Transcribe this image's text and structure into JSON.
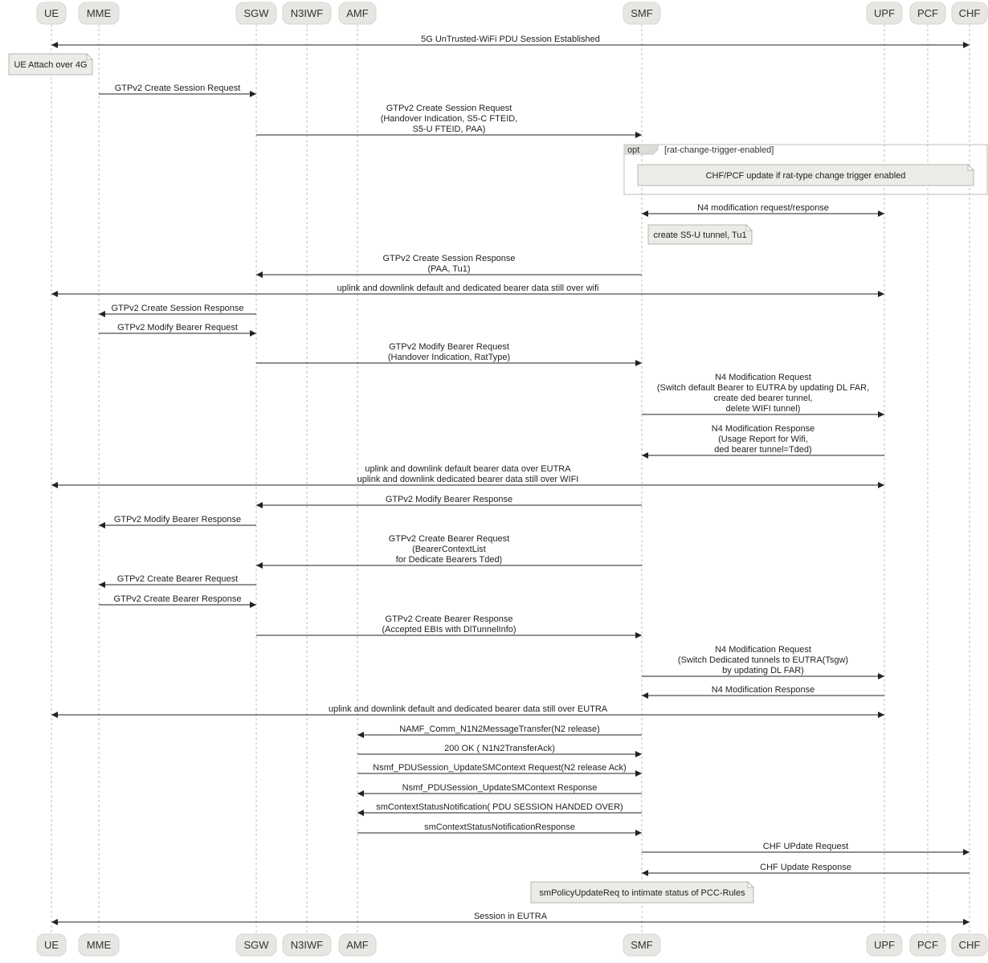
{
  "participants": [
    {
      "id": "UE",
      "label": "UE"
    },
    {
      "id": "MME",
      "label": "MME"
    },
    {
      "id": "SGW",
      "label": "SGW"
    },
    {
      "id": "N3IWF",
      "label": "N3IWF"
    },
    {
      "id": "AMF",
      "label": "AMF"
    },
    {
      "id": "SMF",
      "label": "SMF"
    },
    {
      "id": "UPF",
      "label": "UPF"
    },
    {
      "id": "PCF",
      "label": "PCF"
    },
    {
      "id": "CHF",
      "label": "CHF"
    }
  ],
  "steps": [
    {
      "kind": "msg",
      "from": "UE",
      "to": "CHF",
      "bidir": true,
      "lines": [
        "5G UnTrusted-WiFi PDU Session Established"
      ]
    },
    {
      "kind": "note",
      "over": "UE",
      "lines": [
        "UE Attach over 4G"
      ]
    },
    {
      "kind": "msg",
      "from": "MME",
      "to": "SGW",
      "lines": [
        "GTPv2 Create Session Request"
      ]
    },
    {
      "kind": "msg",
      "from": "SGW",
      "to": "SMF",
      "lines": [
        "GTPv2 Create Session Request",
        "(Handover Indication, S5-C FTEID,",
        "S5-U FTEID, PAA)"
      ]
    },
    {
      "kind": "frame",
      "label": "opt",
      "condition": "[rat-change-trigger-enabled]"
    },
    {
      "kind": "note",
      "over": "SMF-CHF",
      "lines": [
        "CHF/PCF update if rat-type change trigger enabled"
      ]
    },
    {
      "kind": "msg",
      "from": "SMF",
      "to": "UPF",
      "bidir": true,
      "lines": [
        "N4 modification request/response"
      ]
    },
    {
      "kind": "note",
      "over": "SMF",
      "lines": [
        "create S5-U tunnel, Tu1"
      ]
    },
    {
      "kind": "msg",
      "from": "SMF",
      "to": "SGW",
      "lines": [
        "GTPv2 Create Session Response",
        "(PAA, Tu1)"
      ]
    },
    {
      "kind": "msg",
      "from": "UE",
      "to": "UPF",
      "bidir": true,
      "lines": [
        "uplink and downlink default and dedicated bearer data still over wifi"
      ]
    },
    {
      "kind": "msg",
      "from": "SGW",
      "to": "MME",
      "lines": [
        "GTPv2 Create Session Response"
      ]
    },
    {
      "kind": "msg",
      "from": "MME",
      "to": "SGW",
      "lines": [
        "GTPv2 Modify Bearer Request"
      ]
    },
    {
      "kind": "msg",
      "from": "SGW",
      "to": "SMF",
      "lines": [
        "GTPv2 Modify Bearer Request",
        "(Handover Indication, RatType)"
      ]
    },
    {
      "kind": "msg",
      "from": "SMF",
      "to": "UPF",
      "lines": [
        "N4 Modification Request",
        "(Switch default Bearer to EUTRA by updating DL FAR,",
        "create ded bearer tunnel,",
        "delete WIFI tunnel)"
      ]
    },
    {
      "kind": "msg",
      "from": "UPF",
      "to": "SMF",
      "lines": [
        "N4 Modification Response",
        "(Usage Report for Wifi,",
        "ded bearer tunnel=Tded)"
      ]
    },
    {
      "kind": "msg",
      "from": "UE",
      "to": "UPF",
      "bidir": true,
      "lines": [
        "uplink and downlink default bearer data over EUTRA",
        "uplink and downlink dedicated bearer data still over WIFI"
      ]
    },
    {
      "kind": "msg",
      "from": "SMF",
      "to": "SGW",
      "lines": [
        "GTPv2 Modify Bearer Response"
      ]
    },
    {
      "kind": "msg",
      "from": "SGW",
      "to": "MME",
      "lines": [
        "GTPv2 Modify Bearer Response"
      ]
    },
    {
      "kind": "msg",
      "from": "SMF",
      "to": "SGW",
      "lines": [
        "GTPv2 Create Bearer Request",
        "(BearerContextList",
        "for Dedicate Bearers Tded)"
      ]
    },
    {
      "kind": "msg",
      "from": "SGW",
      "to": "MME",
      "lines": [
        "GTPv2 Create Bearer Request"
      ]
    },
    {
      "kind": "msg",
      "from": "MME",
      "to": "SGW",
      "lines": [
        "GTPv2 Create Bearer Response"
      ]
    },
    {
      "kind": "msg",
      "from": "SGW",
      "to": "SMF",
      "lines": [
        "GTPv2 Create Bearer Response",
        "(Accepted EBIs with DlTunnelInfo)"
      ]
    },
    {
      "kind": "msg",
      "from": "SMF",
      "to": "UPF",
      "lines": [
        "N4 Modification Request",
        "(Switch Dedicated tunnels to EUTRA(Tsgw)",
        "by updating DL FAR)"
      ]
    },
    {
      "kind": "msg",
      "from": "UPF",
      "to": "SMF",
      "lines": [
        "N4 Modification Response"
      ]
    },
    {
      "kind": "msg",
      "from": "UE",
      "to": "UPF",
      "bidir": true,
      "lines": [
        "uplink and downlink default and dedicated bearer data still over EUTRA"
      ]
    },
    {
      "kind": "msg",
      "from": "SMF",
      "to": "AMF",
      "lines": [
        "NAMF_Comm_N1N2MessageTransfer(N2 release)"
      ]
    },
    {
      "kind": "msg",
      "from": "AMF",
      "to": "SMF",
      "lines": [
        "200 OK ( N1N2TransferAck)"
      ]
    },
    {
      "kind": "msg",
      "from": "AMF",
      "to": "SMF",
      "lines": [
        "Nsmf_PDUSession_UpdateSMContext Request(N2 release Ack)"
      ]
    },
    {
      "kind": "msg",
      "from": "SMF",
      "to": "AMF",
      "lines": [
        "Nsmf_PDUSession_UpdateSMContext Response"
      ]
    },
    {
      "kind": "msg",
      "from": "SMF",
      "to": "AMF",
      "lines": [
        "smContextStatusNotification( PDU SESSION HANDED OVER)"
      ]
    },
    {
      "kind": "msg",
      "from": "AMF",
      "to": "SMF",
      "lines": [
        "smContextStatusNotificationResponse"
      ]
    },
    {
      "kind": "msg",
      "from": "SMF",
      "to": "CHF",
      "lines": [
        "CHF UPdate Request"
      ]
    },
    {
      "kind": "msg",
      "from": "CHF",
      "to": "SMF",
      "lines": [
        "CHF Update Response"
      ]
    },
    {
      "kind": "note",
      "over": "SMF",
      "lines": [
        "smPolicyUpdateReq to intimate status of PCC-Rules"
      ]
    },
    {
      "kind": "msg",
      "from": "UE",
      "to": "CHF",
      "bidir": true,
      "lines": [
        "Session in EUTRA"
      ]
    }
  ]
}
